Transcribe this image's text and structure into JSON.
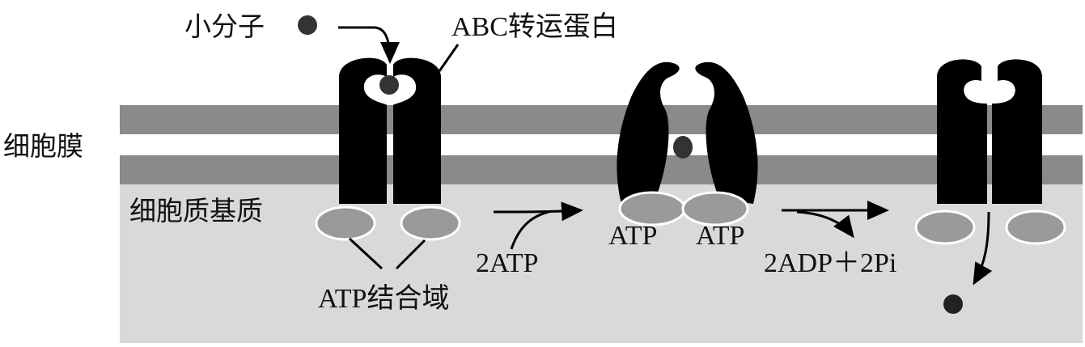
{
  "labels": {
    "small_molecule": "小分子",
    "abc_transporter": "ABC转运蛋白",
    "cell_membrane": "细胞膜",
    "cytoplasmic_matrix": "细胞质基质",
    "atp_binding_domain": "ATP结合域",
    "two_atp": "2ATP",
    "atp_left": "ATP",
    "atp_right": "ATP",
    "products": "2ADP＋2Pi"
  },
  "colors": {
    "membrane": "#8a8a8a",
    "cytoplasm": "#d9d9d9",
    "protein": "#000000",
    "nbd": "#9a9a9a",
    "molecule": "#333333"
  }
}
